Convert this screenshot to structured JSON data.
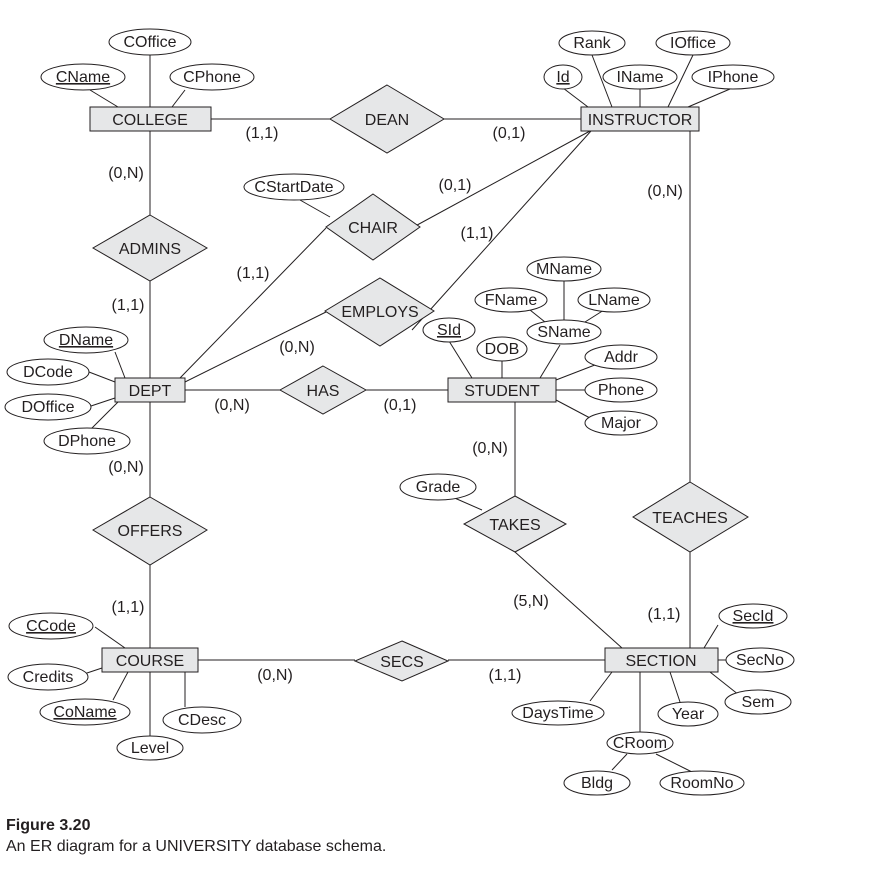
{
  "entities": {
    "college": "COLLEGE",
    "instructor": "INSTRUCTOR",
    "dept": "DEPT",
    "student": "STUDENT",
    "course": "COURSE",
    "section": "SECTION"
  },
  "relationships": {
    "dean": "DEAN",
    "chair": "CHAIR",
    "admins": "ADMINS",
    "employs": "EMPLOYS",
    "has": "HAS",
    "offers": "OFFERS",
    "takes": "TAKES",
    "teaches": "TEACHES",
    "secs": "SECS"
  },
  "attributes": {
    "coffice": "COffice",
    "cname": "CName",
    "cphone": "CPhone",
    "rank": "Rank",
    "ioffice": "IOffice",
    "id": "Id",
    "iname": "IName",
    "iphone": "IPhone",
    "cstartdate": "CStartDate",
    "mname": "MName",
    "fname": "FName",
    "lname": "LName",
    "sname": "SName",
    "sid": "SId",
    "dob": "DOB",
    "addr": "Addr",
    "phone": "Phone",
    "major": "Major",
    "dname": "DName",
    "dcode": "DCode",
    "doffice": "DOffice",
    "dphone": "DPhone",
    "grade": "Grade",
    "ccode": "CCode",
    "credits": "Credits",
    "coname": "CoName",
    "cdesc": "CDesc",
    "level": "Level",
    "secid": "SecId",
    "secno": "SecNo",
    "sem": "Sem",
    "year": "Year",
    "daystime": "DaysTime",
    "croom": "CRoom",
    "bldg": "Bldg",
    "roomno": "RoomNo"
  },
  "cardinalities": {
    "college_dean": "(1,1)",
    "instructor_dean": "(0,1)",
    "college_admins": "(0,N)",
    "dept_admins": "(1,1)",
    "instructor_chair": "(0,1)",
    "dept_chair": "(1,1)",
    "instructor_employs": "(1,1)",
    "dept_employs": "(0,N)",
    "instructor_teaches": "(0,N)",
    "dept_has": "(0,N)",
    "student_has": "(0,1)",
    "dept_offers": "(0,N)",
    "course_offers": "(1,1)",
    "student_takes": "(0,N)",
    "section_takes": "(5,N)",
    "section_teaches": "(1,1)",
    "course_secs": "(0,N)",
    "section_secs": "(1,1)"
  },
  "figure": {
    "title": "Figure 3.20",
    "caption": "An ER diagram for a UNIVERSITY database schema."
  }
}
